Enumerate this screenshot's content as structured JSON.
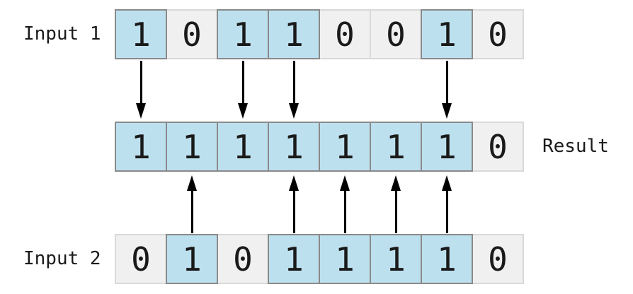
{
  "diagram": {
    "rows": {
      "input1": {
        "label": "Input 1",
        "bits": [
          "1",
          "0",
          "1",
          "1",
          "0",
          "0",
          "1",
          "0"
        ]
      },
      "result": {
        "label": "Result",
        "bits": [
          "1",
          "1",
          "1",
          "1",
          "1",
          "1",
          "1",
          "0"
        ]
      },
      "input2": {
        "label": "Input 2",
        "bits": [
          "0",
          "1",
          "0",
          "1",
          "1",
          "1",
          "1",
          "0"
        ]
      }
    },
    "arrows": {
      "down_from_input1_at_indices": [
        0,
        2,
        3,
        6
      ],
      "up_from_input2_at_indices": [
        1,
        3,
        4,
        5,
        6
      ]
    },
    "colors": {
      "one_fill": "#bde0ee",
      "one_border": "#8a8a8a",
      "zero_fill": "#f0f0f0",
      "zero_border": "#d9d9d9",
      "arrow": "#000000",
      "text": "#1a1a1a",
      "background": "#ffffff"
    }
  }
}
